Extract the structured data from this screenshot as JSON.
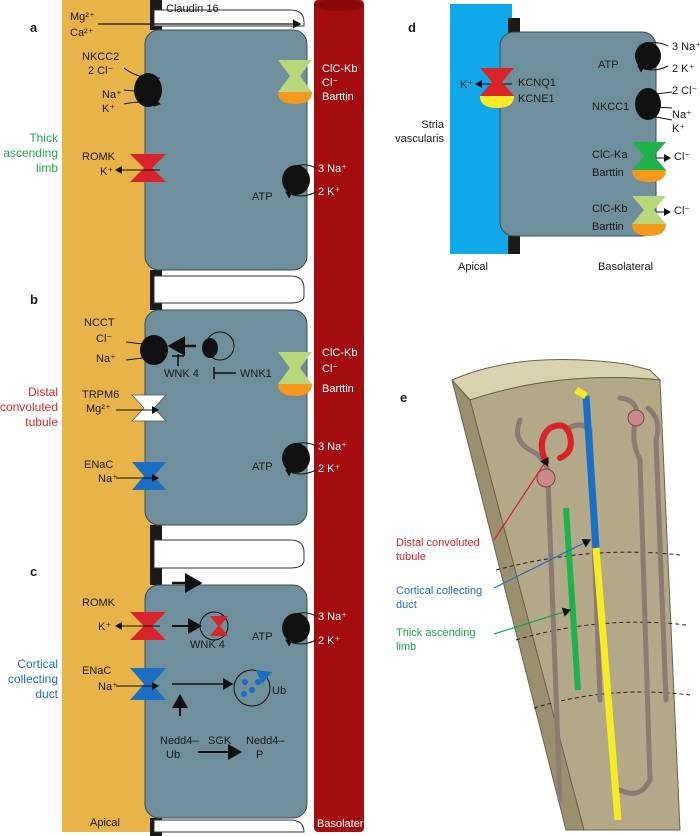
{
  "colors": {
    "apical": "#E8B449",
    "cell": "#6F8F9C",
    "blood": "#A40D10",
    "stria": "#10A8E8",
    "channel_red": "#D9232A",
    "channel_green_light": "#B7D77A",
    "channel_green": "#1FB24A",
    "channel_blue": "#1A6FC4",
    "channel_orange": "#F39A1E",
    "channel_yellow": "#F7EB25",
    "tissue": "#B3A887",
    "tubule": "#8B7B74",
    "label_green": "#1AA64A",
    "label_red": "#D9232A",
    "label_blue": "#1A6FC4"
  },
  "panels": {
    "a": "a",
    "b": "b",
    "c": "c",
    "d": "d",
    "e": "e"
  },
  "top": {
    "mg": "Mg²⁺",
    "ca": "Ca²⁺",
    "claudin": "Claudin 16"
  },
  "bottom": {
    "apical": "Apical",
    "basolateral": "Basolateral"
  },
  "panel_a": {
    "segment": "Thick ascending limb",
    "nkcc2": "NKCC2",
    "two_cl": "2 Cl⁻",
    "na": "Na⁺",
    "k": "K⁺",
    "romk": "ROMK",
    "romk_k": "K⁺",
    "clckb": "ClC-Kb",
    "cl": "Cl⁻",
    "barttin": "Barttin",
    "three_na": "3 Na⁺",
    "two_k": "2 K⁺",
    "atp": "ATP"
  },
  "panel_b": {
    "segment": "Distal convoluted tubule",
    "ncct": "NCCT",
    "cl": "Cl⁻",
    "na": "Na⁺",
    "wnk4": "WNK 4",
    "wnk1": "WNK1",
    "trpm6": "TRPM6",
    "mg": "Mg²⁺",
    "enac": "ENaC",
    "enac_na": "Na⁺",
    "clckb": "ClC-Kb",
    "cl_out": "Cl⁻",
    "barttin": "Barttin",
    "three_na": "3 Na⁺",
    "two_k": "2 K⁺",
    "atp": "ATP"
  },
  "panel_c": {
    "segment": "Cortical collecting duct",
    "romk": "ROMK",
    "k": "K⁺",
    "wnk4": "WNK 4",
    "enac": "ENaC",
    "na": "Na⁺",
    "ub": "Ub",
    "nedd_ub": "Nedd4– Ub",
    "sgk": "SGK",
    "nedd_p": "Nedd4– P",
    "three_na": "3 Na⁺",
    "two_k": "2 K⁺",
    "atp": "ATP"
  },
  "panel_d": {
    "stria": "Stria vascularis",
    "k": "K⁺",
    "kcnq1": "KCNQ1",
    "kcne1": "KCNE1",
    "atp": "ATP",
    "three_na": "3 Na⁺",
    "two_k": "2 K⁺",
    "two_cl": "2 Cl⁻",
    "nkcc1": "NKCC1",
    "na": "Na⁺",
    "k_out": "K⁺",
    "clcka": "ClC-Ka",
    "barttin1": "Barttin",
    "cl1": "Cl⁻",
    "clckb": "ClC-Kb",
    "barttin2": "Barttin",
    "cl2": "Cl⁻",
    "apical": "Apical",
    "basolateral": "Basolateral"
  },
  "panel_e": {
    "dct": "Distal convoluted tubule",
    "ccd": "Cortical collecting duct",
    "tal": "Thick ascending limb"
  }
}
